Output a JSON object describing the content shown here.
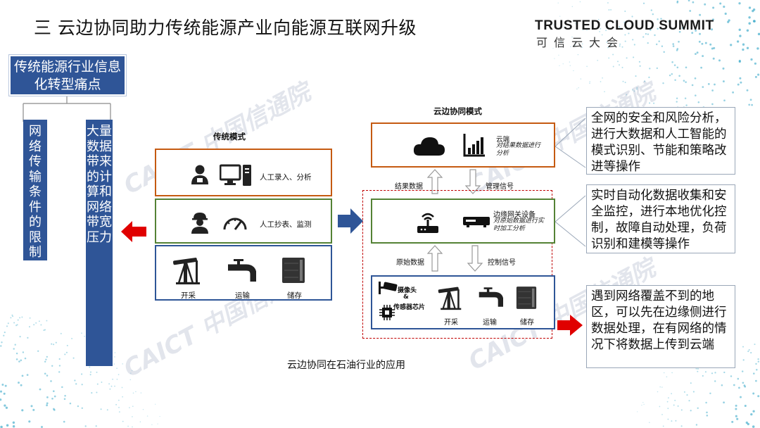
{
  "title": "三  云边协同助力传统能源产业向能源互联网升级",
  "brand": {
    "line1": "TRUSTED CLOUD SUMMIT",
    "line2": "可信云大会"
  },
  "pain_points": {
    "heading": "传统能源行业信息化转型痛点",
    "col1": "网络传输条件的限制",
    "col2": "大量数据带来的计算和网络带宽压力"
  },
  "traditional": {
    "heading": "传统模式",
    "row1_label": "人工录入、分析",
    "row2_label": "人工抄表、监测",
    "row3_items": [
      "开采",
      "运输",
      "储存"
    ]
  },
  "cloud_edge": {
    "heading": "云边协同模式",
    "cloud_title": "云端",
    "cloud_note": "对结果数据进行分析",
    "edge_title": "边缘网关设备",
    "edge_note": "对原始数据进行实时加工分析",
    "arrow_result": "结果数据",
    "arrow_manage": "管理信号",
    "arrow_raw": "原始数据",
    "arrow_control": "控制信号",
    "device_camera": "摄像头",
    "device_amp": "&",
    "device_sensor": "传感器芯片",
    "device_items": [
      "开采",
      "运输",
      "储存"
    ]
  },
  "right_boxes": {
    "box1": "全网的安全和风险分析，进行大数据和人工智能的模式识别、节能和策略改进等操作",
    "box2": "实时自动化数据收集和安全监控，进行本地优化控制，故障自动处理，负荷识别和建模等操作",
    "box3": "遇到网络覆盖不到的地区，可以先在边缘侧进行数据处理，在有网络的情况下将数据上传到云端"
  },
  "caption": "云边协同在石油行业的应用",
  "watermark": "CAICT 中国信通院",
  "colors": {
    "navy": "#2f5597",
    "orange": "#c55a11",
    "green": "#548235",
    "blue": "#2e5597",
    "red": "#e00000"
  }
}
